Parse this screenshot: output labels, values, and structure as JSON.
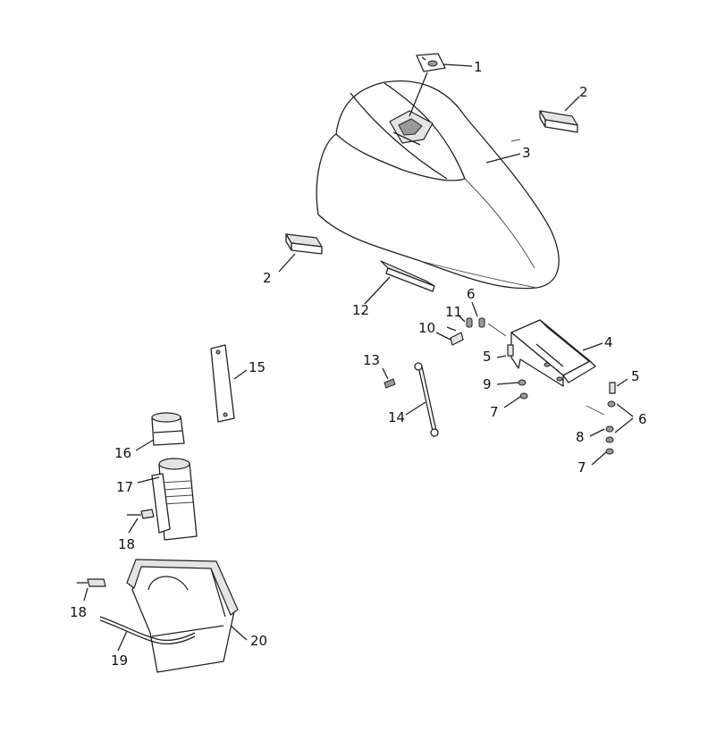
{
  "callouts": [
    {
      "id": "c1",
      "text": "1"
    },
    {
      "id": "c2a",
      "text": "2"
    },
    {
      "id": "c2b",
      "text": "2"
    },
    {
      "id": "c3",
      "text": "3"
    },
    {
      "id": "c4",
      "text": "4"
    },
    {
      "id": "c5a",
      "text": "5"
    },
    {
      "id": "c5b",
      "text": "5"
    },
    {
      "id": "c6a",
      "text": "6"
    },
    {
      "id": "c6b",
      "text": "6"
    },
    {
      "id": "c7a",
      "text": "7"
    },
    {
      "id": "c7b",
      "text": "7"
    },
    {
      "id": "c8",
      "text": "8"
    },
    {
      "id": "c9",
      "text": "9"
    },
    {
      "id": "c10",
      "text": "10"
    },
    {
      "id": "c11",
      "text": "11"
    },
    {
      "id": "c12",
      "text": "12"
    },
    {
      "id": "c13",
      "text": "13"
    },
    {
      "id": "c14",
      "text": "14"
    },
    {
      "id": "c15",
      "text": "15"
    },
    {
      "id": "c16",
      "text": "16"
    },
    {
      "id": "c17",
      "text": "17"
    },
    {
      "id": "c18a",
      "text": "18"
    },
    {
      "id": "c18b",
      "text": "18"
    },
    {
      "id": "c19",
      "text": "19"
    },
    {
      "id": "c20",
      "text": "20"
    }
  ]
}
